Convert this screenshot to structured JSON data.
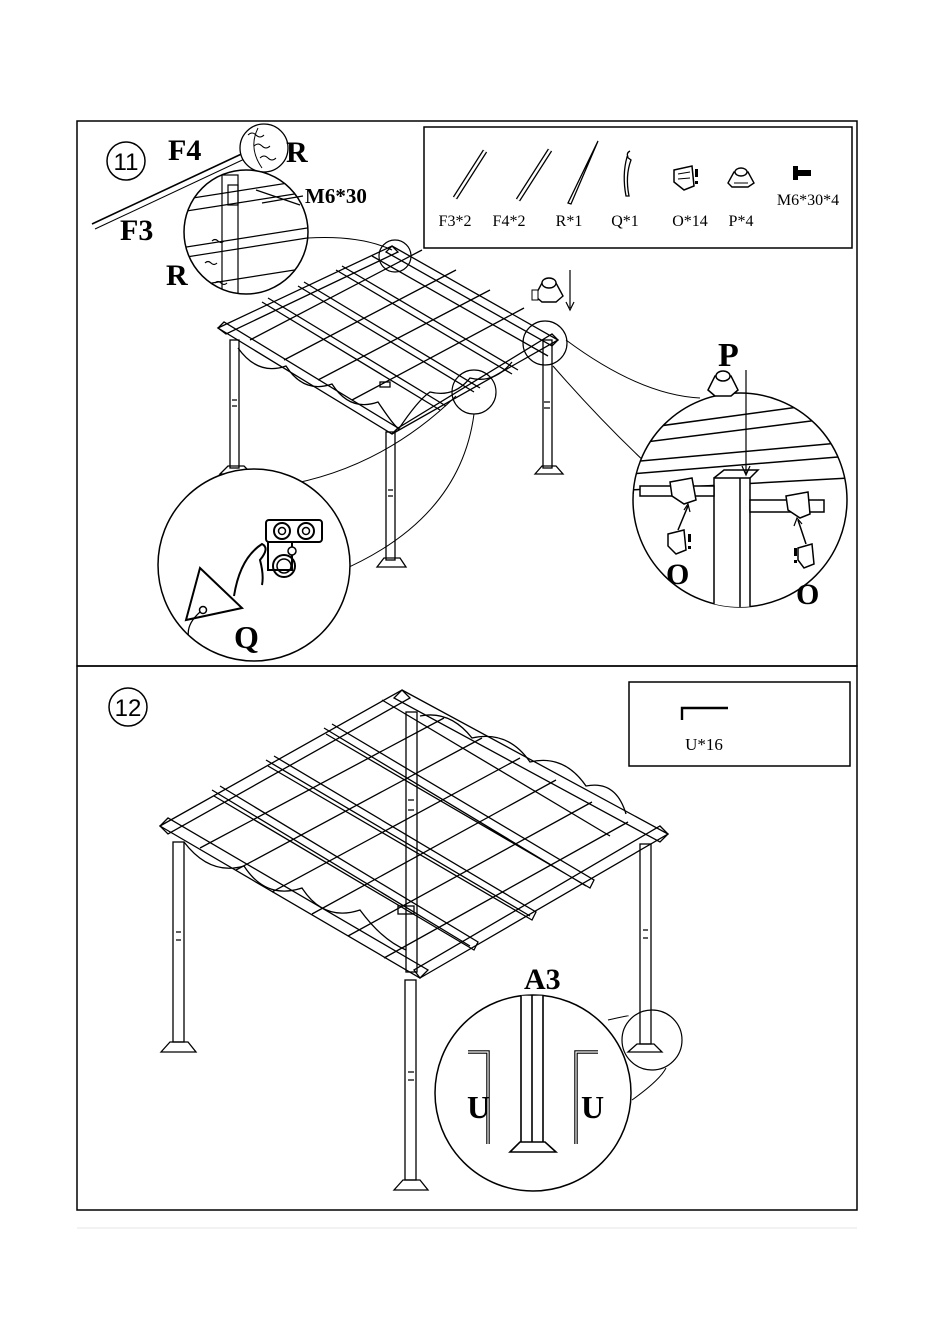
{
  "step11": {
    "number": "11",
    "labels": {
      "f4": "F4",
      "r_top": "R",
      "f3": "F3",
      "r_side": "R",
      "m6": "M6*30",
      "p": "P",
      "o_left": "O",
      "o_right": "O",
      "q": "Q"
    },
    "parts": [
      {
        "label": "F3*2",
        "icon": "pole-icon"
      },
      {
        "label": "F4*2",
        "icon": "pole-icon"
      },
      {
        "label": "R*1",
        "icon": "rod-icon"
      },
      {
        "label": "Q*1",
        "icon": "hook-icon"
      },
      {
        "label": "O*14",
        "icon": "bracket-icon"
      },
      {
        "label": "P*4",
        "icon": "cap-icon"
      },
      {
        "label": "M6*30*4",
        "icon": "screw-icon"
      }
    ]
  },
  "step12": {
    "number": "12",
    "labels": {
      "a3": "A3",
      "u_left": "U",
      "u_right": "U"
    },
    "parts": [
      {
        "label": "U*16",
        "icon": "u-pin-icon"
      }
    ]
  }
}
